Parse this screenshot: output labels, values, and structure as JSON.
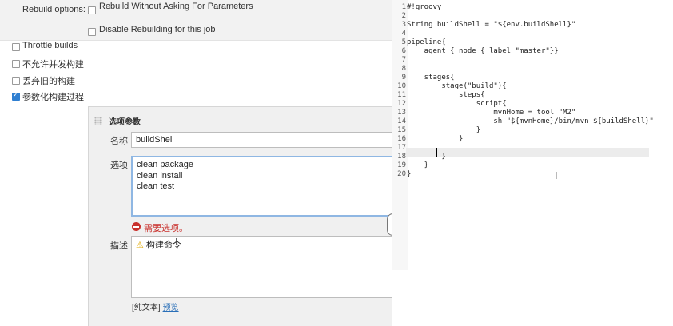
{
  "rebuild": {
    "label": "Rebuild options:",
    "opt1": "Rebuild Without Asking For Parameters",
    "opt2": "Disable Rebuilding for this job"
  },
  "options": [
    {
      "label": "Throttle builds",
      "checked": false
    },
    {
      "label": "不允许并发构建",
      "checked": false
    },
    {
      "label": "丢弃旧的构建",
      "checked": false
    },
    {
      "label": "参数化构建过程",
      "checked": true
    }
  ],
  "param": {
    "title": "选项参数",
    "name_label": "名称",
    "name_value": "buildShell",
    "choices_label": "选项",
    "choices": [
      "clean package",
      "clean install",
      "clean test"
    ],
    "error": "需要选项。",
    "desc_label": "描述",
    "desc_value": "构建命令",
    "plain_text": "[纯文本]",
    "preview": "预览"
  },
  "editor": {
    "lines": [
      "#!groovy",
      "",
      "String buildShell = \"${env.buildShell}\"",
      "",
      "pipeline{",
      "    agent { node { label \"master\"}}",
      "",
      "",
      "    stages{",
      "        stage(\"build\"){",
      "            steps{",
      "                script{",
      "                    mvnHome = tool \"M2\"",
      "                    sh \"${mvnHome}/bin/mvn ${buildShell}\"",
      "                }",
      "            }",
      "",
      "        }",
      "    }",
      "}"
    ]
  }
}
